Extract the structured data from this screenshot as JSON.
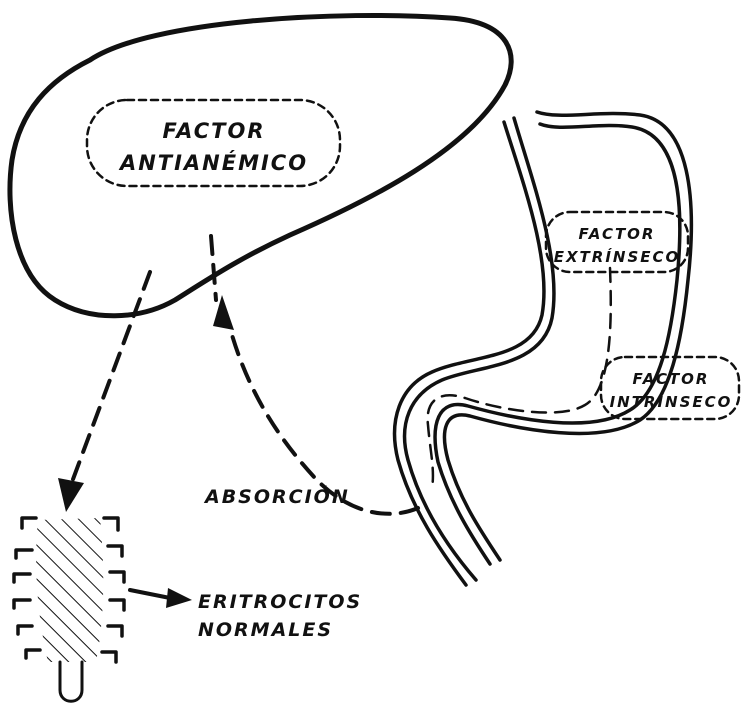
{
  "liver": {
    "factor_line1": "FACTOR",
    "factor_line2": "ANTIANÉMICO"
  },
  "stomach": {
    "extrinsic_line1": "FACTOR",
    "extrinsic_line2": "EXTRÍNSECO",
    "intrinsic_line1": "FACTOR",
    "intrinsic_line2": "INTRÍNSECO"
  },
  "absorption_label": "ABSORCIÓN",
  "bone_marrow": {
    "output_line1": "ERITROCITOS",
    "output_line2": "NORMALES"
  }
}
